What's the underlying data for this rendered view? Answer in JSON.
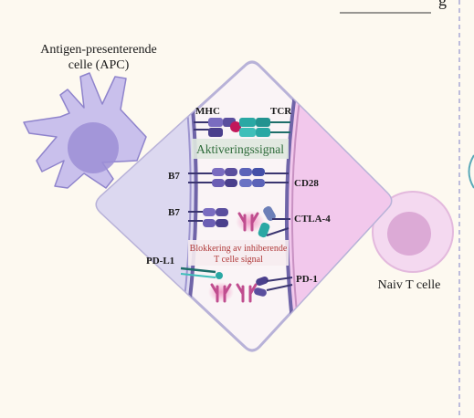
{
  "header_text": "g",
  "apc_label": "Antigen-presenterende celle (APC)",
  "apc_label_line1": "Antigen-presenterende",
  "apc_label_line2": "celle (APC)",
  "tcell_label": "Naiv T celle",
  "activation_label": "Aktiveringssignal",
  "blocking_label_line1": "Blokkering av inhiberende",
  "blocking_label_line2": "T celle signal",
  "molecules": {
    "mhc": "MHC",
    "tcr": "TCR",
    "b7_top": "B7",
    "cd28": "CD28",
    "b7_bottom": "B7",
    "ctla4": "CTLA-4",
    "pdl1": "PD-L1",
    "pd1": "PD-1"
  },
  "colors": {
    "background": "#fdf9f0",
    "apc_cell": "#c9c0ec",
    "apc_nucleus": "#9c8ed6",
    "tcell": "#f0cdea",
    "tcell_nucleus": "#e0a9d8",
    "membrane": "#6f64a8",
    "activation_text": "#2e6b3a",
    "blocking_text": "#b03a3a",
    "antibody": "#c04d8f",
    "receptor_teal": "#2aa8a4",
    "ligand_purple": "#5a4e9e"
  }
}
